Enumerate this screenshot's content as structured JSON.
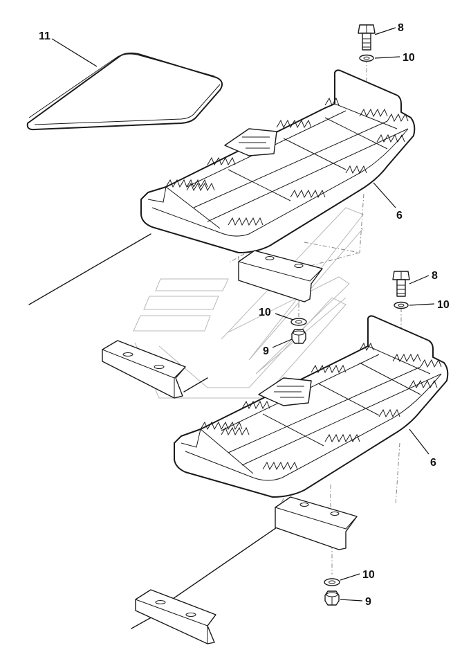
{
  "diagram": {
    "callouts": [
      {
        "id": "c11",
        "label": "11"
      },
      {
        "id": "c8a",
        "label": "8"
      },
      {
        "id": "c10a",
        "label": "10"
      },
      {
        "id": "c6a",
        "label": "6"
      },
      {
        "id": "c8b",
        "label": "8"
      },
      {
        "id": "c10b",
        "label": "10"
      },
      {
        "id": "c10c",
        "label": "10"
      },
      {
        "id": "c9a",
        "label": "9"
      },
      {
        "id": "c6b",
        "label": "6"
      },
      {
        "id": "c10d",
        "label": "10"
      },
      {
        "id": "c9b",
        "label": "9"
      }
    ]
  },
  "colors": {
    "line": "#1a1a1a",
    "watermark": "#b8b8b8",
    "background": "#ffffff"
  }
}
